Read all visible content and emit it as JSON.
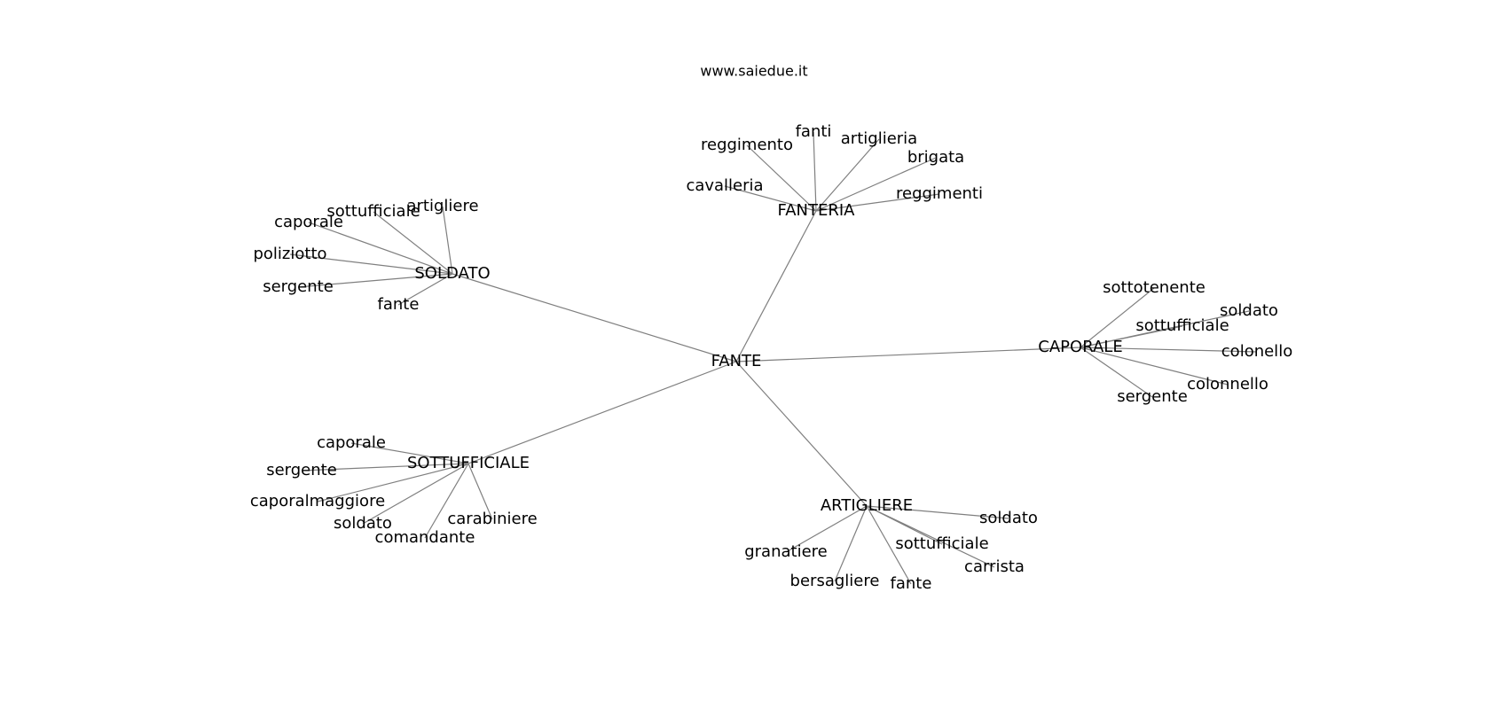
{
  "site": "www.saiedue.it",
  "center": "FANTE",
  "hubs": [
    {
      "label": "FANTERIA",
      "leaves": [
        "reggimento",
        "fanti",
        "artiglieria",
        "brigata",
        "cavalleria",
        "reggimenti"
      ]
    },
    {
      "label": "SOLDATO",
      "leaves": [
        "artigliere",
        "sottufficiale",
        "caporale",
        "poliziotto",
        "sergente",
        "fante"
      ]
    },
    {
      "label": "CAPORALE",
      "leaves": [
        "sottotenente",
        "soldato",
        "sottufficiale",
        "colonello",
        "colonnello",
        "sergente"
      ]
    },
    {
      "label": "SOTTUFFICIALE",
      "leaves": [
        "caporale",
        "sergente",
        "caporalmaggiore",
        "soldato",
        "comandante",
        "carabiniere"
      ]
    },
    {
      "label": "ARTIGLIERE",
      "leaves": [
        "soldato",
        "sottufficiale",
        "carrista",
        "granatiere",
        "bersagliere",
        "fante"
      ]
    }
  ]
}
